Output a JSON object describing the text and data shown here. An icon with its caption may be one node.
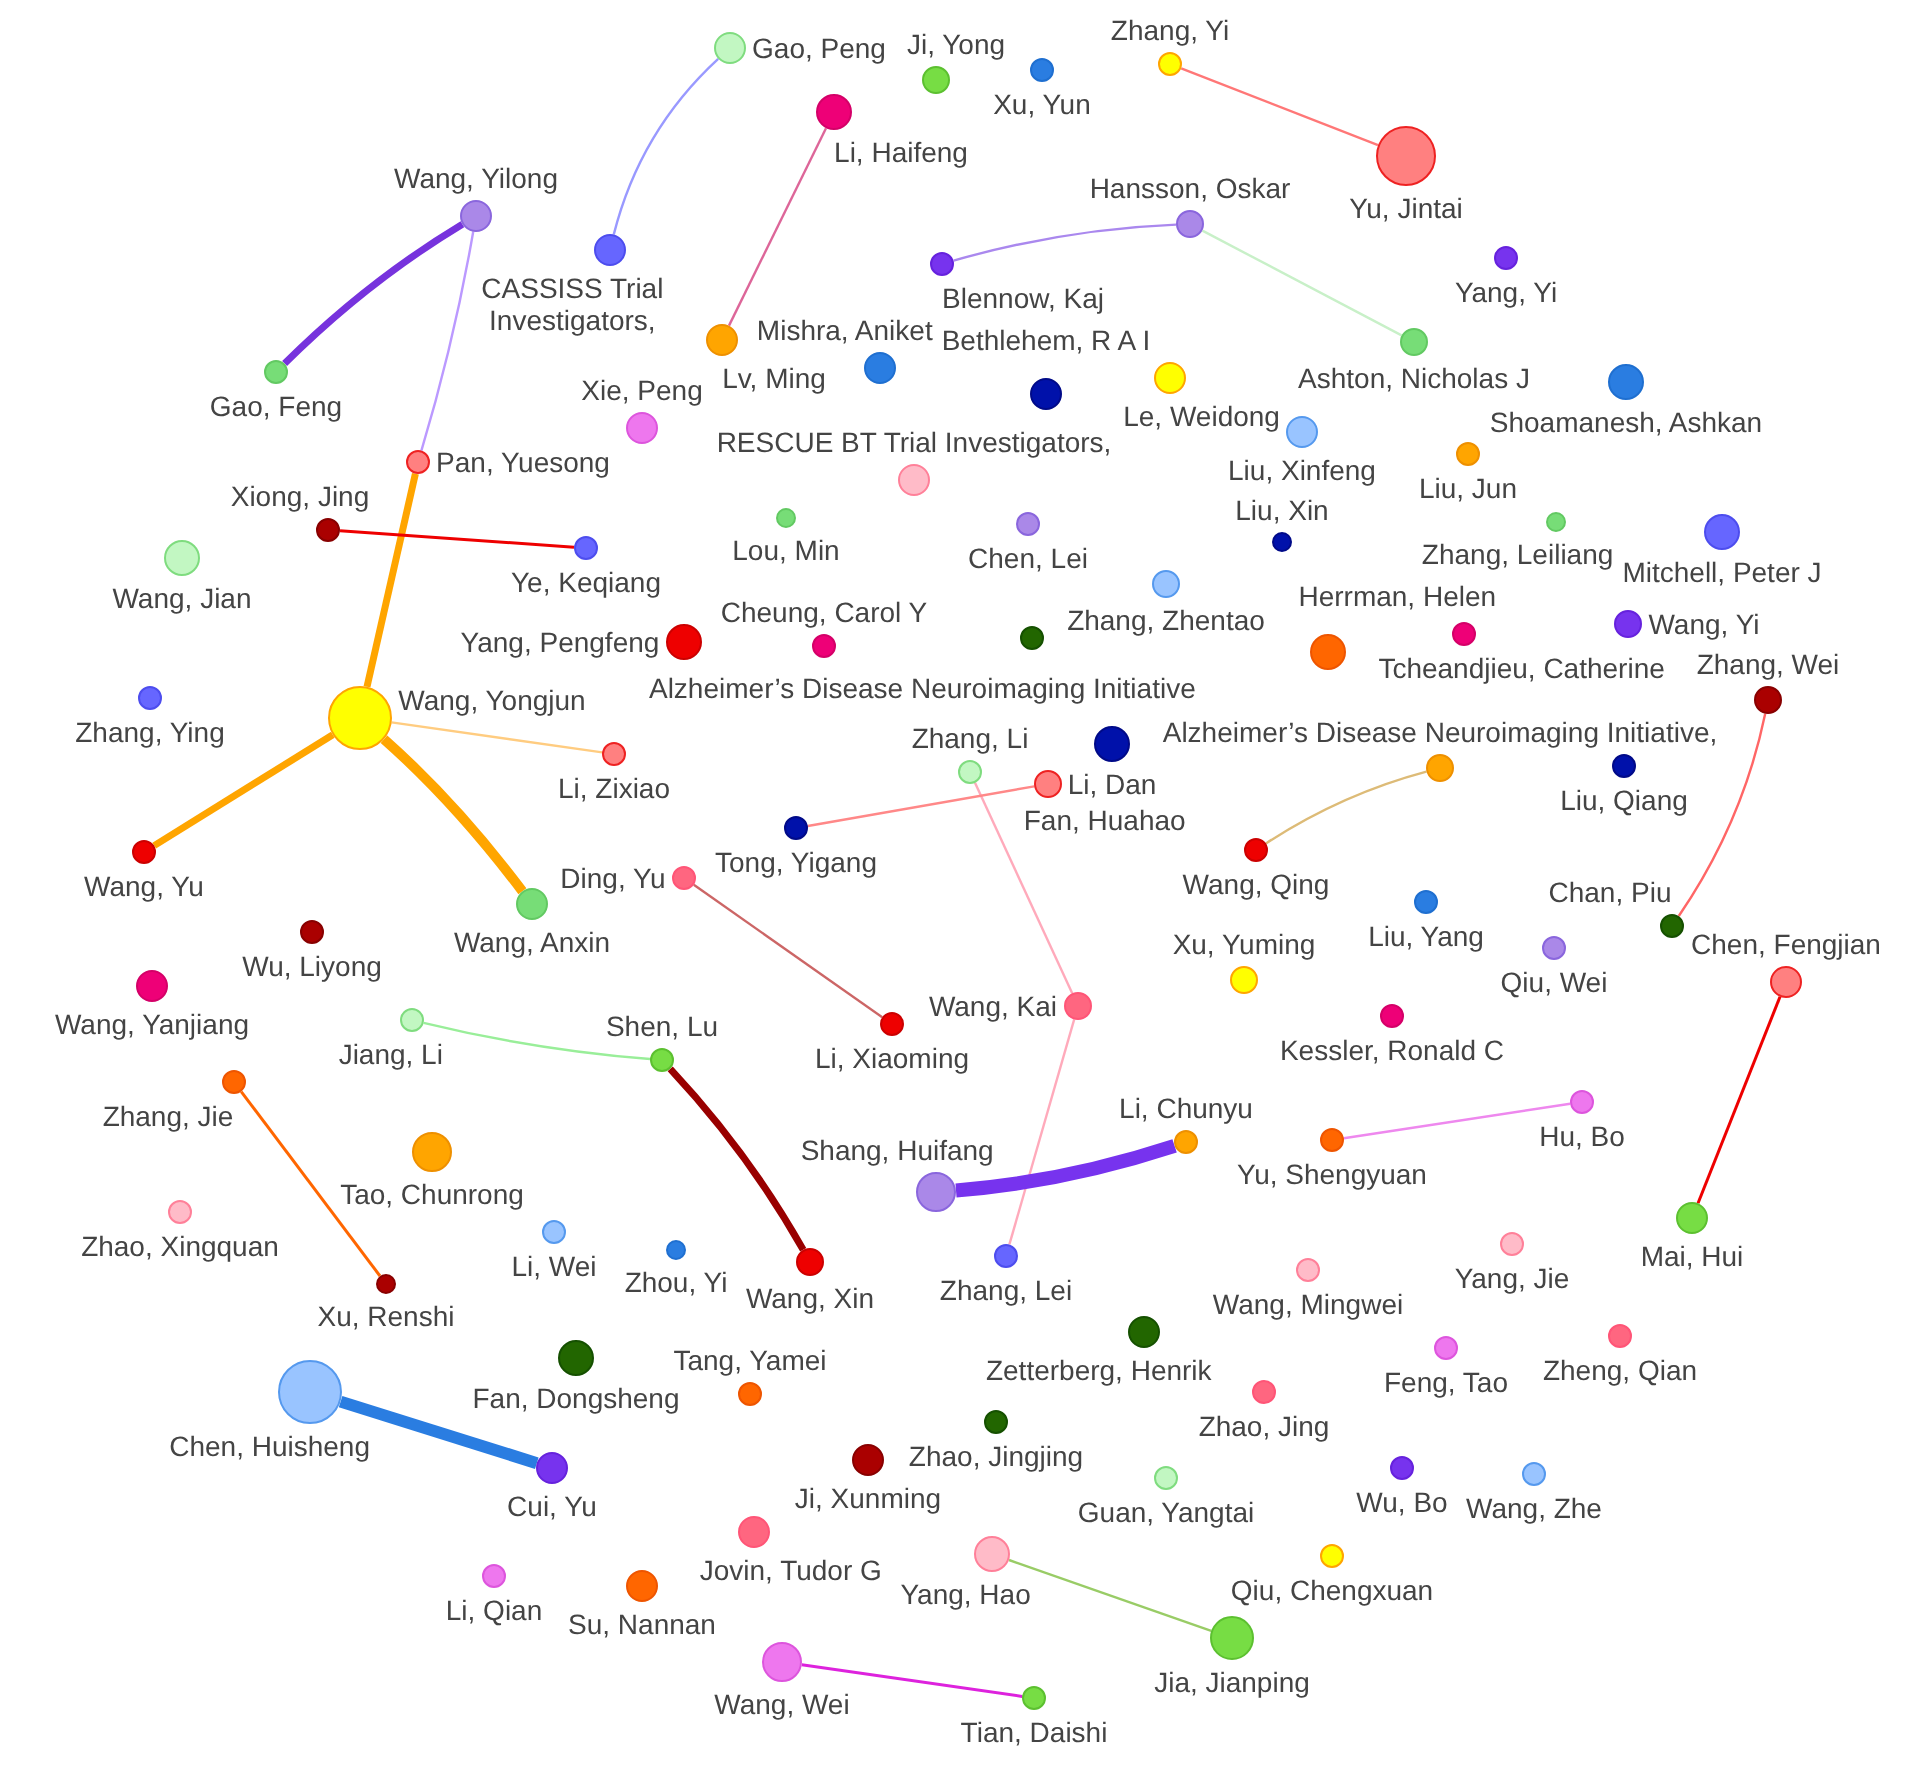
{
  "diagram": {
    "nodes": [
      {
        "text": [
          "Gao, Peng"
        ]
      },
      {
        "text": [
          "Ji, Yong"
        ]
      },
      {
        "text": [
          "Xu, Yun"
        ]
      },
      {
        "text": [
          "Zhang, Yi"
        ]
      },
      {
        "text": [
          "Li, Haifeng"
        ]
      },
      {
        "text": [
          "Yu, Jintai"
        ]
      },
      {
        "text": [
          "Wang, Yilong"
        ]
      },
      {
        "text": [
          "Hansson, Oskar"
        ]
      },
      {
        "text": [
          "CASSISS Trial Investigators,"
        ]
      },
      {
        "text": [
          "Yang, Yi"
        ]
      },
      {
        "text": [
          "Blennow, Kaj"
        ]
      },
      {
        "text": [
          "Lv, Ming"
        ]
      },
      {
        "text": [
          "Ashton, Nicholas J"
        ]
      },
      {
        "text": [
          "Mishra, Aniket"
        ]
      },
      {
        "text": [
          "Gao, Feng"
        ]
      },
      {
        "text": [
          "Le, Weidong"
        ]
      },
      {
        "text": [
          "Shoamanesh, Ashkan"
        ]
      },
      {
        "text": [
          "Bethlehem, R A I"
        ]
      },
      {
        "text": [
          "Xie, Peng"
        ]
      },
      {
        "text": [
          "Liu, Xinfeng"
        ]
      },
      {
        "text": [
          "Liu, Jun"
        ]
      },
      {
        "text": [
          "Pan, Yuesong"
        ]
      },
      {
        "text": [
          "RESCUE BT Trial Investigators,"
        ]
      },
      {
        "text": [
          "Lou, Min"
        ]
      },
      {
        "text": [
          "Zhang, Leiliang"
        ]
      },
      {
        "text": [
          "Chen, Lei"
        ]
      },
      {
        "text": [
          "Xiong, Jing"
        ]
      },
      {
        "text": [
          "Mitchell, Peter J"
        ]
      },
      {
        "text": [
          "Liu, Xin"
        ]
      },
      {
        "text": [
          "Ye, Keqiang"
        ]
      },
      {
        "text": [
          "Wang, Jian"
        ]
      },
      {
        "text": [
          "Zhang, Zhentao"
        ]
      },
      {
        "text": [
          "Wang, Yi"
        ]
      },
      {
        "text": [
          "Tcheandjieu, Catherine"
        ]
      },
      {
        "text": [
          "Alzheimer’s Disease Neuroimaging Initiative"
        ]
      },
      {
        "text": [
          "Yang, Pengfeng"
        ]
      },
      {
        "text": [
          "Cheung, Carol Y"
        ]
      },
      {
        "text": [
          "Herrman, Helen"
        ]
      },
      {
        "text": [
          "Zhang, Ying"
        ]
      },
      {
        "text": [
          "Zhang, Wei"
        ]
      },
      {
        "text": [
          "Wang, Yongjun"
        ]
      },
      {
        "text": [
          "Li, Dan"
        ]
      },
      {
        "text": [
          "Li, Zixiao"
        ]
      },
      {
        "text": [
          "Liu, Qiang"
        ]
      },
      {
        "text": [
          "Alzheimer’s Disease Neuroimaging Initiative,"
        ]
      },
      {
        "text": [
          "Zhang, Li"
        ]
      },
      {
        "text": [
          "Fan, Huahao"
        ]
      },
      {
        "text": [
          "Tong, Yigang"
        ]
      },
      {
        "text": [
          "Wang, Qing"
        ]
      },
      {
        "text": [
          "Wang, Yu"
        ]
      },
      {
        "text": [
          "Ding, Yu"
        ]
      },
      {
        "text": [
          "Liu, Yang"
        ]
      },
      {
        "text": [
          "Wang, Anxin"
        ]
      },
      {
        "text": [
          "Chan, Piu"
        ]
      },
      {
        "text": [
          "Wu, Liyong"
        ]
      },
      {
        "text": [
          "Qiu, Wei"
        ]
      },
      {
        "text": [
          "Xu, Yuming"
        ]
      },
      {
        "text": [
          "Chen, Fengjian"
        ]
      },
      {
        "text": [
          "Wang, Yanjiang"
        ]
      },
      {
        "text": [
          "Wang, Kai"
        ]
      },
      {
        "text": [
          "Kessler, Ronald C"
        ]
      },
      {
        "text": [
          "Jiang, Li"
        ]
      },
      {
        "text": [
          "Li, Xiaoming"
        ]
      },
      {
        "text": [
          "Shen, Lu"
        ]
      },
      {
        "text": [
          "Zhang, Jie"
        ]
      },
      {
        "text": [
          "Hu, Bo"
        ]
      },
      {
        "text": [
          "Yu, Shengyuan"
        ]
      },
      {
        "text": [
          "Li, Chunyu"
        ]
      },
      {
        "text": [
          "Tao, Chunrong"
        ]
      },
      {
        "text": [
          "Shang, Huifang"
        ]
      },
      {
        "text": [
          "Zhao, Xingquan"
        ]
      },
      {
        "text": [
          "Mai, Hui"
        ]
      },
      {
        "text": [
          "Li, Wei"
        ]
      },
      {
        "text": [
          "Yang, Jie"
        ]
      },
      {
        "text": [
          "Zhou, Yi"
        ]
      },
      {
        "text": [
          "Zhang, Lei"
        ]
      },
      {
        "text": [
          "Wang, Xin"
        ]
      },
      {
        "text": [
          "Wang, Mingwei"
        ]
      },
      {
        "text": [
          "Xu, Renshi"
        ]
      },
      {
        "text": [
          "Zetterberg, Henrik"
        ]
      },
      {
        "text": [
          "Zheng, Qian"
        ]
      },
      {
        "text": [
          "Feng, Tao"
        ]
      },
      {
        "text": [
          "Fan, Dongsheng"
        ]
      },
      {
        "text": [
          "Chen, Huisheng"
        ]
      },
      {
        "text": [
          "Tang, Yamei"
        ]
      },
      {
        "text": [
          "Zhao, Jing"
        ]
      },
      {
        "text": [
          "Zhao, Jingjing"
        ]
      },
      {
        "text": [
          "Ji, Xunming"
        ]
      },
      {
        "text": [
          "Cui, Yu"
        ]
      },
      {
        "text": [
          "Wu, Bo"
        ]
      },
      {
        "text": [
          "Wang, Zhe"
        ]
      },
      {
        "text": [
          "Guan, Yangtai"
        ]
      },
      {
        "text": [
          "Jovin, Tudor G"
        ]
      },
      {
        "text": [
          "Yang, Hao"
        ]
      },
      {
        "text": [
          "Qiu, Chengxuan"
        ]
      },
      {
        "text": [
          "Li, Qian"
        ]
      },
      {
        "text": [
          "Su, Nannan"
        ]
      },
      {
        "text": [
          "Jia, Jianping"
        ]
      },
      {
        "text": [
          "Wang, Wei"
        ]
      },
      {
        "text": [
          "Tian, Daishi"
        ]
      }
    ],
    "edges": [
      {
        "from": 0,
        "to": 8,
        "arrow": "none",
        "color": "#9999ff"
      },
      {
        "from": 3,
        "to": 5,
        "arrow": "none",
        "color": "#ff7777"
      },
      {
        "from": 4,
        "to": 11,
        "arrow": "none",
        "color": "#dd6699"
      },
      {
        "from": 6,
        "to": 14,
        "arrow": "none",
        "style": "thick",
        "color": "#7733dd"
      },
      {
        "from": 6,
        "to": 21,
        "arrow": "none",
        "color": "#bb99ff"
      },
      {
        "from": 7,
        "to": 10,
        "arrow": "none",
        "color": "#aa88ee"
      },
      {
        "from": 7,
        "to": 12,
        "arrow": "none",
        "color": "#c8f0c8"
      },
      {
        "from": 21,
        "to": 40,
        "arrow": "none",
        "style": "thick",
        "color": "#ffa500"
      },
      {
        "from": 26,
        "to": 29,
        "arrow": "none",
        "color": "#ee0000"
      },
      {
        "from": 39,
        "to": 53,
        "arrow": "none",
        "color": "#ff6666"
      },
      {
        "from": 40,
        "to": 42,
        "arrow": "none",
        "color": "#ffcc80"
      },
      {
        "from": 40,
        "to": 49,
        "arrow": "none",
        "style": "thick",
        "color": "#ffa500"
      },
      {
        "from": 40,
        "to": 52,
        "arrow": "none",
        "style": "thick",
        "color": "#ffa500"
      },
      {
        "from": 44,
        "to": 48,
        "arrow": "none",
        "color": "#ddbb77"
      },
      {
        "from": 45,
        "to": 59,
        "arrow": "none",
        "color": "#ffaabb"
      },
      {
        "from": 46,
        "to": 47,
        "arrow": "none",
        "color": "#ff8888"
      },
      {
        "from": 50,
        "to": 62,
        "arrow": "none",
        "color": "#cc6666"
      },
      {
        "from": 57,
        "to": 71,
        "arrow": "none",
        "color": "#ee0000"
      },
      {
        "from": 59,
        "to": 75,
        "arrow": "none",
        "color": "#ffaabb"
      },
      {
        "from": 61,
        "to": 63,
        "arrow": "none",
        "color": "#99ee99"
      },
      {
        "from": 63,
        "to": 76,
        "arrow": "none",
        "style": "thick",
        "color": "#990000"
      },
      {
        "from": 64,
        "to": 78,
        "arrow": "none",
        "color": "#ff6600"
      },
      {
        "from": 65,
        "to": 66,
        "arrow": "none",
        "color": "#ee88ee"
      },
      {
        "from": 67,
        "to": 69,
        "arrow": "none",
        "style": "thick",
        "color": "#7733ee"
      },
      {
        "from": 83,
        "to": 88,
        "arrow": "none",
        "style": "thick",
        "color": "#2a7de1"
      },
      {
        "from": 93,
        "to": 97,
        "arrow": "none",
        "color": "#99cc66"
      },
      {
        "from": 98,
        "to": 99,
        "arrow": "none",
        "color": "#dd22dd"
      }
    ]
  }
}
